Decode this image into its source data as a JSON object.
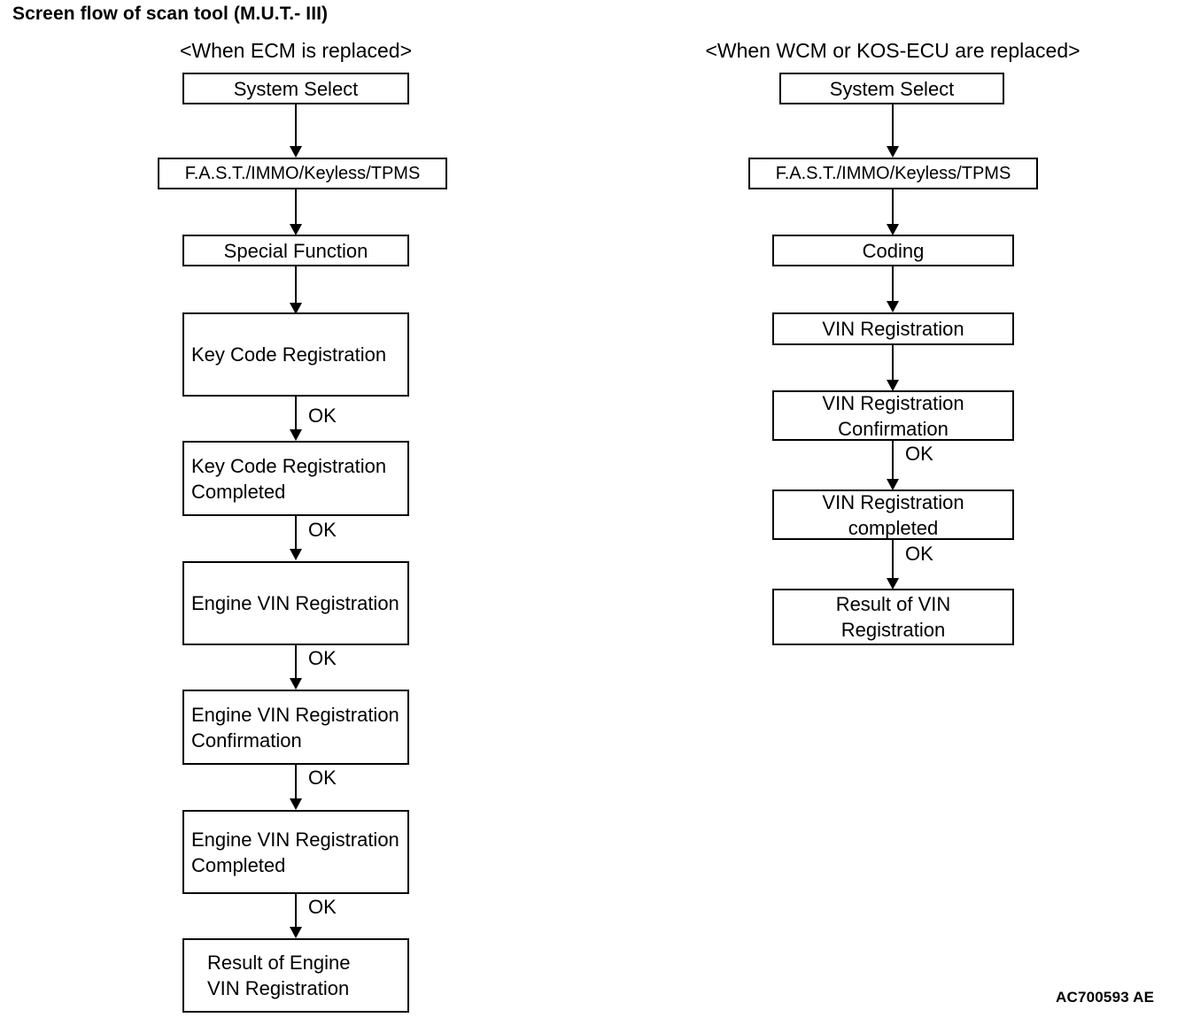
{
  "document": {
    "title": "Screen flow of scan tool (M.U.T.- III)",
    "footer_code": "AC700593 AE",
    "ink_color": "#000000",
    "background_color": "#ffffff"
  },
  "columns": [
    {
      "id": "ecm",
      "heading": "<When ECM is replaced>",
      "nodes": [
        {
          "id": "ecm-system-select",
          "lines": [
            "System Select"
          ],
          "align": "center"
        },
        {
          "id": "ecm-fast-immo",
          "lines": [
            "F.A.S.T./IMMO/Keyless/TPMS"
          ],
          "align": "center"
        },
        {
          "id": "ecm-special-function",
          "lines": [
            "Special Function"
          ],
          "align": "center"
        },
        {
          "id": "ecm-key-code-reg",
          "lines": [
            "Key Code Registration"
          ],
          "align": "left"
        },
        {
          "id": "ecm-key-code-done",
          "lines": [
            "Key Code Registration",
            "Completed"
          ],
          "align": "left"
        },
        {
          "id": "ecm-engine-vin-reg",
          "lines": [
            "Engine VIN Registration"
          ],
          "align": "left"
        },
        {
          "id": "ecm-engine-vin-conf",
          "lines": [
            "Engine VIN Registration",
            "Confirmation"
          ],
          "align": "left"
        },
        {
          "id": "ecm-engine-vin-done",
          "lines": [
            "Engine VIN Registration",
            "Completed"
          ],
          "align": "left"
        },
        {
          "id": "ecm-engine-vin-result",
          "lines": [
            "Result of Engine",
            "VIN Registration"
          ],
          "align": "indent"
        }
      ],
      "edge_labels": [
        "",
        "",
        "",
        "OK",
        "OK",
        "OK",
        "OK",
        "OK"
      ]
    },
    {
      "id": "wcm",
      "heading": "<When WCM or KOS-ECU are replaced>",
      "nodes": [
        {
          "id": "wcm-system-select",
          "lines": [
            "System Select"
          ],
          "align": "center"
        },
        {
          "id": "wcm-fast-immo",
          "lines": [
            "F.A.S.T./IMMO/Keyless/TPMS"
          ],
          "align": "center"
        },
        {
          "id": "wcm-coding",
          "lines": [
            "Coding"
          ],
          "align": "center"
        },
        {
          "id": "wcm-vin-reg",
          "lines": [
            "VIN Registration"
          ],
          "align": "center"
        },
        {
          "id": "wcm-vin-conf",
          "lines": [
            "VIN Registration",
            "Confirmation"
          ],
          "align": "center"
        },
        {
          "id": "wcm-vin-done",
          "lines": [
            "VIN Registration",
            "completed"
          ],
          "align": "center"
        },
        {
          "id": "wcm-vin-result",
          "lines": [
            "Result of VIN",
            "Registration"
          ],
          "align": "center"
        }
      ],
      "edge_labels": [
        "",
        "",
        "",
        "",
        "OK",
        "OK"
      ]
    }
  ]
}
